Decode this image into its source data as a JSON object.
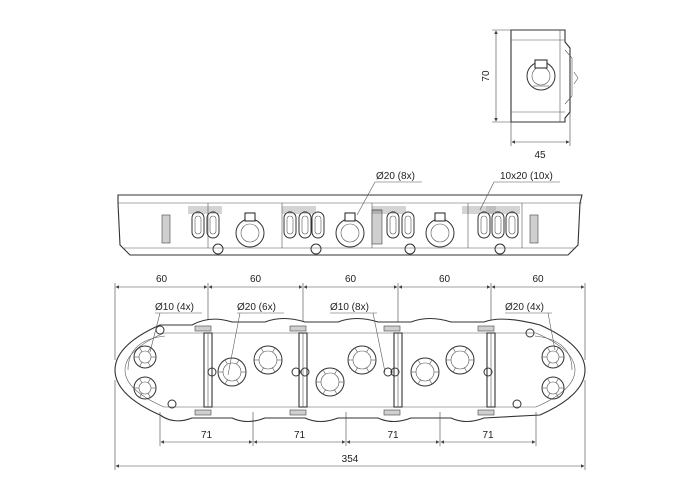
{
  "side_view": {
    "height_label": "70",
    "width_label": "45"
  },
  "front_view": {
    "hole_callout": "Ø20 (8x)",
    "slot_callout": "10x20 (10x)"
  },
  "top_view": {
    "pitch_labels": [
      "60",
      "60",
      "60",
      "60",
      "60"
    ],
    "hole_callouts": [
      "Ø10 (4x)",
      "Ø20 (6x)",
      "Ø10 (8x)",
      "Ø20 (4x)"
    ],
    "spacing_labels": [
      "71",
      "71",
      "71",
      "71"
    ],
    "overall_label": "354"
  },
  "colors": {
    "line": "#333333",
    "part_grey": "#cfcfcf",
    "dark_grey": "#7b7b7b"
  }
}
